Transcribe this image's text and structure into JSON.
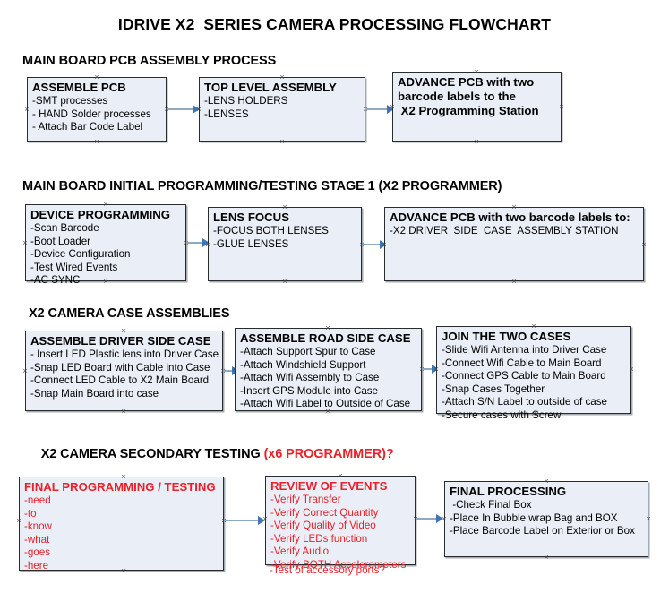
{
  "document": {
    "title": "IDRIVE X2  SERIES CAMERA PROCESSING FLOWCHART",
    "accent_red": "#e8212a",
    "node_fill": "#e9eef7",
    "node_border": "#2b2b2b",
    "connector_color": "#8fa9c4"
  },
  "sections": [
    {
      "id": "main-board-pcb-assembly",
      "heading": "MAIN BOARD PCB ASSEMBLY PROCESS",
      "heading_accent": "",
      "nodes": [
        {
          "id": "assemble-pcb",
          "title": "ASSEMBLE PCB",
          "lines": [
            "-SMT processes",
            "- HAND Solder processes",
            "- Attach Bar Code Label"
          ]
        },
        {
          "id": "top-level-assembly",
          "title": "TOP LEVEL ASSEMBLY",
          "lines": [
            "-LENS HOLDERS",
            "-LENSES"
          ]
        },
        {
          "id": "advance-pcb-programming-station",
          "title": "ADVANCE PCB with two",
          "lines": [
            "barcode labels to the",
            " X2 Programming Station"
          ]
        }
      ]
    },
    {
      "id": "main-board-initial-programming",
      "heading": "MAIN BOARD INITIAL PROGRAMMING/TESTING STAGE 1 (X2 PROGRAMMER)",
      "heading_accent": "",
      "nodes": [
        {
          "id": "device-programming",
          "title": "DEVICE PROGRAMMING",
          "lines": [
            "-Scan Barcode",
            "-Boot Loader",
            "-Device Configuration",
            "-Test Wired Events",
            "-AC SYNC"
          ]
        },
        {
          "id": "lens-focus",
          "title": "LENS FOCUS",
          "lines": [
            "-FOCUS BOTH LENSES",
            "-GLUE LENSES"
          ]
        },
        {
          "id": "advance-pcb-driver-side-case",
          "title": "ADVANCE PCB with two barcode labels to:",
          "lines": [
            "-X2 DRIVER  SIDE  CASE  ASSEMBLY STATION"
          ]
        }
      ]
    },
    {
      "id": "x2-camera-case-assemblies",
      "heading": "X2 CAMERA CASE ASSEMBLIES",
      "heading_accent": "",
      "nodes": [
        {
          "id": "assemble-driver-side-case",
          "title": "ASSEMBLE DRIVER SIDE CASE",
          "lines": [
            "- Insert LED Plastic lens into Driver Case",
            "-Snap LED Board with Cable into Case",
            "-Connect LED Cable to X2 Main Board",
            "-Snap Main Board into case"
          ]
        },
        {
          "id": "assemble-road-side-case",
          "title": "ASSEMBLE ROAD SIDE CASE",
          "lines": [
            "-Attach Support Spur to Case",
            "-Attach Windshield Support",
            "-Attach Wifi Assembly to Case",
            "-Insert GPS Module into Case",
            "-Attach Wifi Label to Outside of Case"
          ]
        },
        {
          "id": "join-the-two-cases",
          "title": "JOIN THE TWO CASES",
          "lines": [
            "-Slide Wifi Antenna into Driver Case",
            "-Connect Wifi Cable to Main Board",
            "-Connect GPS Cable to Main Board",
            "-Snap Cases Together",
            "-Attach S/N Label to outside of case",
            "-Secure cases with Screw"
          ]
        }
      ]
    },
    {
      "id": "x2-camera-secondary-testing",
      "heading": "X2 CAMERA SECONDARY TESTING ",
      "heading_accent": "(x6 PROGRAMMER)?",
      "nodes": [
        {
          "id": "final-programming-testing",
          "title": "FINAL PROGRAMMING / TESTING",
          "lines": [
            "-need",
            "-to",
            "-know",
            "-what",
            "-goes",
            "-here"
          ]
        },
        {
          "id": "review-of-events",
          "title": "REVIEW OF EVENTS",
          "lines": [
            "-Verify Transfer",
            "-Verify Correct Quantity",
            "-Verify Quality of Video",
            "-Verify LEDs function",
            "-Verify Audio",
            "-Verify BOTH Accelerometers"
          ],
          "overflow_line": "-Test of accessory ports?"
        },
        {
          "id": "final-processing",
          "title": "FINAL PROCESSING",
          "lines": [
            " -Check Final Box",
            "-Place In Bubble wrap Bag and BOX",
            "-Place Barcode Label on Exterior or Box"
          ]
        }
      ]
    }
  ]
}
